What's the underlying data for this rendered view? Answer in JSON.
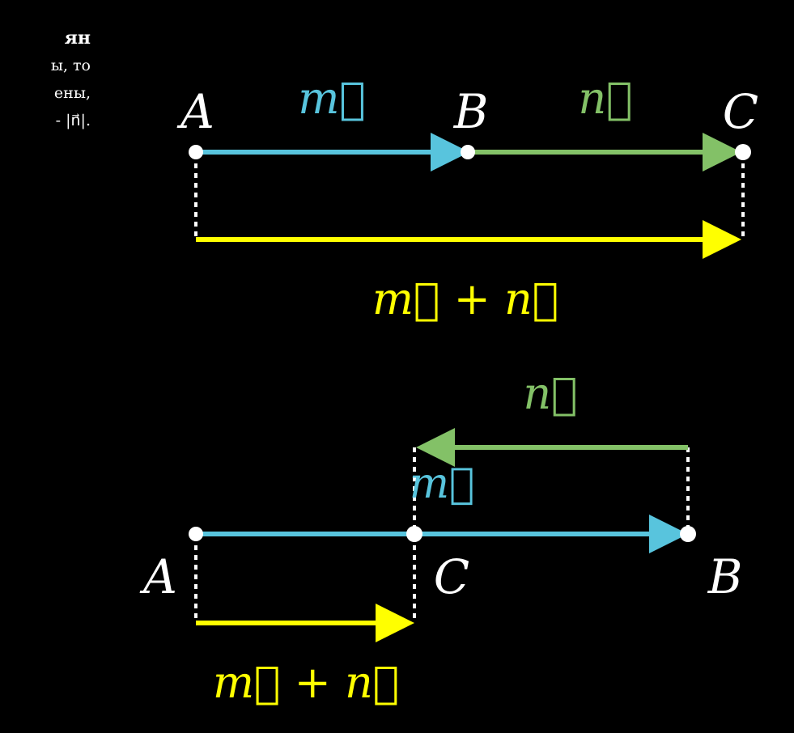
{
  "colors": {
    "background": "#000000",
    "m_vector": "#58c4dd",
    "n_vector": "#83c167",
    "sum_vector": "#ffff00",
    "text": "#ffffff"
  },
  "text_panel": {
    "heading": "ян",
    "lines": [
      "ы, то",
      "ены,",
      "- |n⃗|."
    ]
  },
  "diagram_top": {
    "point_labels": [
      "A",
      "B",
      "C"
    ],
    "vector_m_label": "m⃗",
    "vector_n_label": "n⃗",
    "sum_label": "m⃗ + n⃗"
  },
  "diagram_bottom": {
    "point_labels": [
      "A",
      "C",
      "B"
    ],
    "vector_m_label": "m⃗",
    "vector_n_label": "n⃗",
    "sum_label": "m⃗ + n⃗"
  }
}
